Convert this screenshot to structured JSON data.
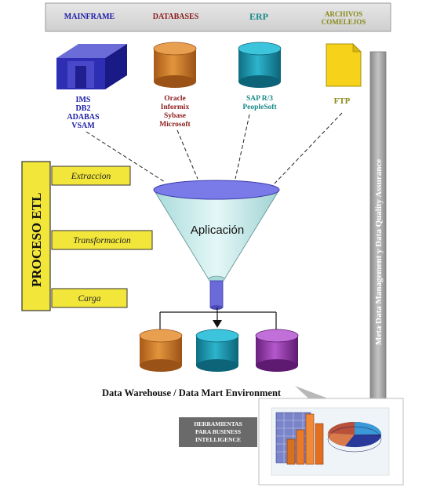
{
  "header": {
    "mainframe": "MAINFRAME",
    "databases": "DATABASES",
    "erp": "ERP",
    "archivos_line1": "ARCHIVOS",
    "archivos_line2": "COMELEJOS"
  },
  "sources": {
    "mainframe": [
      "IMS",
      "DB2",
      "ADABAS",
      "VSAM"
    ],
    "databases": [
      "Oracle",
      "Informix",
      "Sybase",
      "Microsoft"
    ],
    "erp": [
      "SAP R/3",
      "PeopleSoft"
    ],
    "ftp": "FTP"
  },
  "etl": {
    "title": "PROCESO ETL",
    "steps": [
      "Extraccion",
      "Transformacion",
      "Carga"
    ]
  },
  "funnel": {
    "label": "Aplicación"
  },
  "environment": {
    "label": "Data Warehouse / Data Mart Environment"
  },
  "side": {
    "label": "Meta Data Management y Data Quality Assurance"
  },
  "bi": {
    "line1": "HERRAMIENTAS",
    "line2": "PARA BUSINESS",
    "line3": "INTELLIGENCE"
  },
  "colors": {
    "mainframe": "#1a1aa8",
    "databases": "#8b1a1a",
    "erp": "#1a8a8a",
    "archivos": "#8a8a1a",
    "cyl_orange": "#c97a2a",
    "cyl_teal": "#1c9ab0",
    "cyl_purple": "#9a3ab0",
    "etl_yellow": "#f2e63a",
    "funnel_rim": "#7a7ae8",
    "funnel_body": "#c8ecec"
  }
}
